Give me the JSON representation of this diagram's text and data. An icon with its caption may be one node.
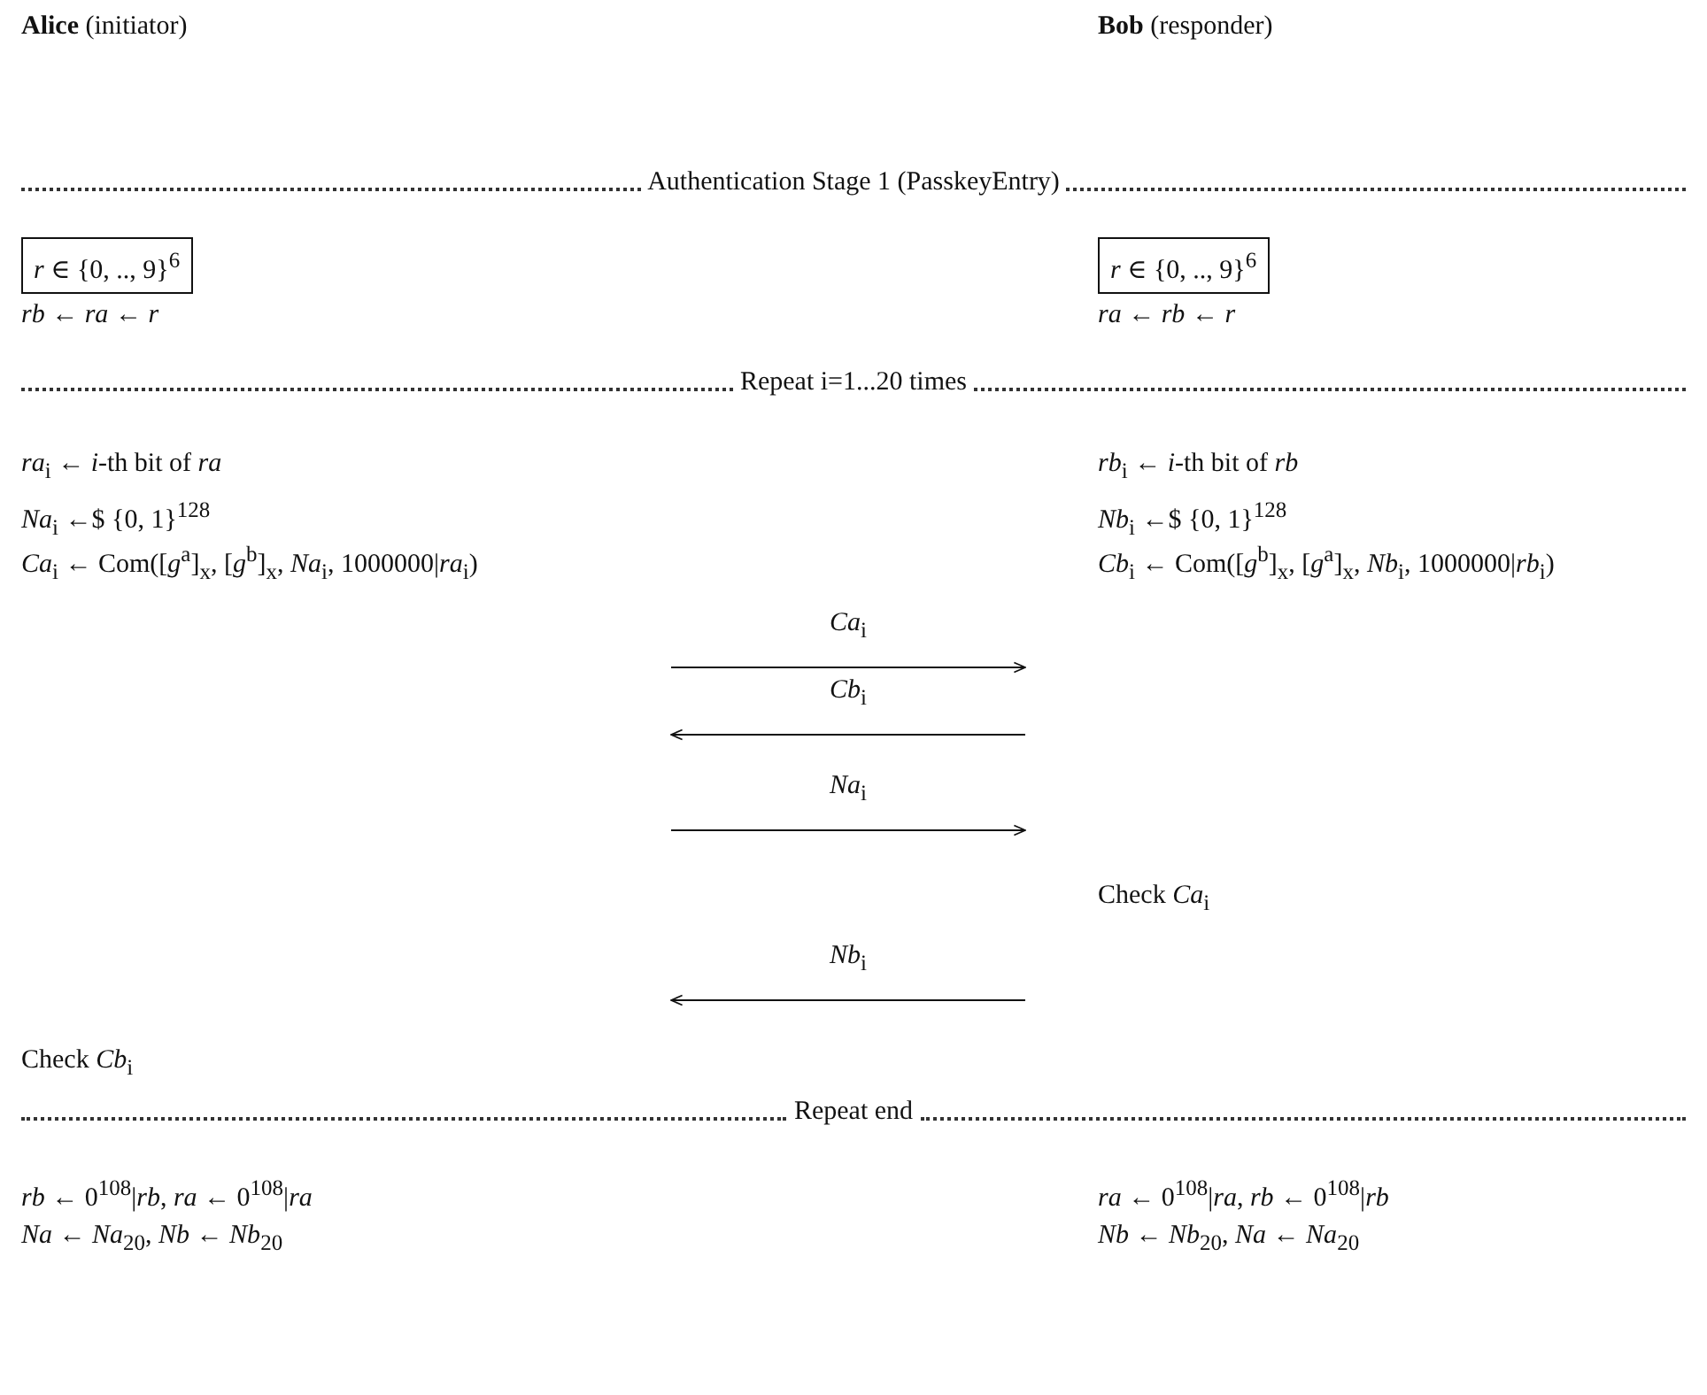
{
  "diagram": {
    "nodes": [
      {
        "text": [
          "**Alice** (initiator)"
        ]
      },
      {
        "text": [
          "**Bob** (responder)"
        ]
      },
      {
        "text": [
          "*r* ∈ {0, .., 9}$^{6}$"
        ]
      },
      {
        "text": [
          "*r* ∈ {0, .., 9}$^{6}$"
        ]
      }
    ],
    "labels": [
      "Authentication Stage 1 (PasskeyEntry)",
      "*rb* ← *ra* ← *r*",
      "*ra* ← *rb* ← *r*",
      "Repeat i=1...20 times",
      "*ra*$_{i}$ ← *i*-th bit of *ra*",
      "*rb*$_{i}$ ← *i*-th bit of *rb*",
      "*Na*$_{i}$ ←$ {0, 1}$^{128}$",
      "*Nb*$_{i}$ ←$ {0, 1}$^{128}$",
      "*Ca*$_{i}$ ← Com([*g*$^{a}$]$_{x}$, [*g*$^{b}$]$_{x}$, *Na*$_{i}$, 1000000|*ra*$_{i}$)",
      "*Cb*$_{i}$ ← Com([*g*$^{b}$]$_{x}$, [*g*$^{a}$]$_{x}$, *Nb*$_{i}$, 1000000|*rb*$_{i}$)",
      "*Ca*$_{i}$",
      "*Cb*$_{i}$",
      "*Na*$_{i}$",
      "Check *Ca*$_{i}$",
      "*Nb*$_{i}$",
      "Check *Cb*$_{i}$",
      "Repeat end",
      "*rb* ← 0$^{108}$|*rb*, *ra* ← 0$^{108}$|*ra*",
      "*ra* ← 0$^{108}$|*ra*, *rb* ← 0$^{108}$|*rb*",
      "*Na* ← *Na*$_{20}$, *Nb* ← *Nb*$_{20}$",
      "*Nb* ← *Nb*$_{20}$, *Na* ← *Na*$_{20}$"
    ]
  }
}
